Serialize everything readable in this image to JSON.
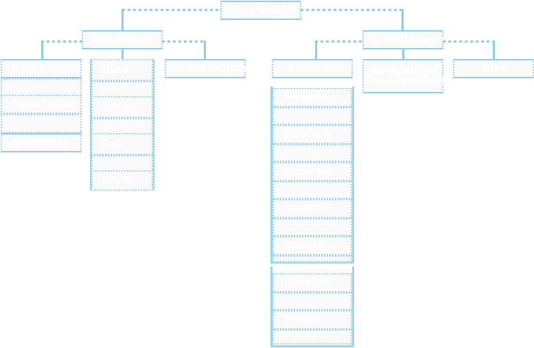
{
  "diagram": {
    "title": "Hauptmenü",
    "language": "de",
    "colors": {
      "line": "#8ecdea",
      "line_light": "#9ed4ee",
      "box_fill": "#fafafa",
      "label_text": "#ffffff",
      "background": "#ffffff"
    },
    "root": {
      "label": "Hauptmenü"
    },
    "branches": [
      {
        "label": "Benutzung"
      },
      {
        "label": "Einstellungen"
      }
    ],
    "benutzung": {
      "label": "Benutzung",
      "children": [
        {
          "label": "Bergkristall"
        },
        {
          "label": "Blau"
        },
        {
          "label": "Benutzungszeit"
        }
      ],
      "stein_options": [
        {
          "label": "Bergkristall"
        },
        {
          "label": ""
        },
        {
          "label": "Rauchquarz"
        },
        {
          "label": ""
        },
        {
          "label": "Amethyst"
        }
      ],
      "farbe_options": [
        {
          "label": "Blau"
        },
        {
          "label": ""
        },
        {
          "label": "Gelb"
        },
        {
          "label": ""
        },
        {
          "label": "Rot"
        },
        {
          "label": ""
        },
        {
          "label": "Weiß"
        }
      ],
      "benutzungszeit": {
        "label": "Benutzungszeit"
      }
    },
    "einstellungen": {
      "label": "Einstellungen",
      "children": [
        {
          "label": "Sprache"
        },
        {
          "label": "werkseitige\nGrundeinstellung"
        },
        {
          "label": "Test"
        }
      ],
      "sprache": {
        "label": "Sprache"
      },
      "sprache_options_group1": [
        {
          "label": "Magyar"
        },
        {
          "label": ""
        },
        {
          "label": "Deutsch"
        },
        {
          "label": ""
        },
        {
          "label": "Français"
        },
        {
          "label": ""
        },
        {
          "label": "Cestina"
        },
        {
          "label": ""
        },
        {
          "label": "Russkij"
        },
        {
          "label": ""
        }
      ],
      "sprache_options_group2": [
        {
          "label": "Hrvatski"
        },
        {
          "label": ""
        },
        {
          "label": "Polski"
        },
        {
          "label": ""
        }
      ],
      "werkseitige": {
        "label": "werkseitige\nGrundeinstellung"
      },
      "test": {
        "label": "Test"
      }
    }
  }
}
